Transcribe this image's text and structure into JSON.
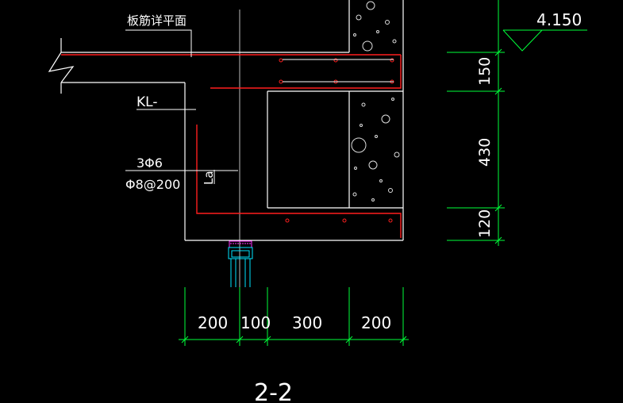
{
  "labels": {
    "slab_detail": "板筋详平面",
    "beam": "KL-",
    "bars": "3Φ6",
    "stirrup": "Φ8@200",
    "anchor": "La",
    "elevation": "4.150",
    "section": "2-2"
  },
  "dims_h": [
    "200",
    "100",
    "300",
    "200"
  ],
  "dims_v": [
    "150",
    "430",
    "120"
  ],
  "colors": {
    "line": "#ffffff",
    "rebar": "#ff1e1e",
    "dim": "#00ff3a",
    "window": "#00e5ff",
    "magenta": "#ff33ff"
  }
}
